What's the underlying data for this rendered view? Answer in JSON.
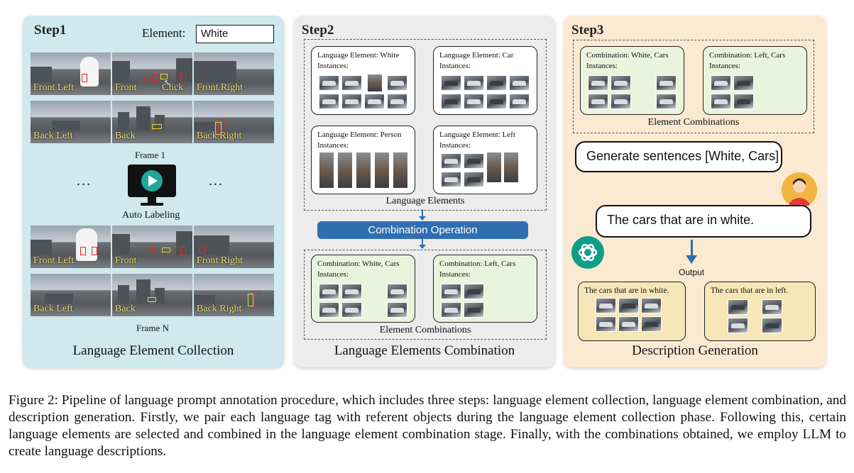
{
  "step1": {
    "step_label": "Step1",
    "element_label": "Element:",
    "element_value": "White",
    "cameras_top": [
      "Front Left",
      "Front",
      "Front Right",
      "Back Left",
      "Back",
      "Back Right"
    ],
    "click_label": "Click",
    "frame1": "Frame 1",
    "ellipsis": "...",
    "auto_label": "Auto Labeling",
    "cameras_bottom": [
      "Front Left",
      "Front",
      "Front Right",
      "Back Left",
      "Back",
      "Back Right"
    ],
    "frameN": "Frame N",
    "title": "Language Element Collection"
  },
  "step2": {
    "step_label": "Step2",
    "cards": [
      {
        "line1": "Language Element: White",
        "line2": "Instances:"
      },
      {
        "line1": "Language Element: Car",
        "line2": "Instances:"
      },
      {
        "line1": "Language Element: Person",
        "line2": "Instances:"
      },
      {
        "line1": "Language Element: Left",
        "line2": "Instances:"
      }
    ],
    "elements_label": "Language Elements",
    "operation": "Combination Operation",
    "combos": [
      {
        "line1": "Combination: White, Cars",
        "line2": "Instances:"
      },
      {
        "line1": "Combination: Left, Cars",
        "line2": "Instances:"
      }
    ],
    "combos_label": "Element Combinations",
    "title": "Language Elements Combination"
  },
  "step3": {
    "step_label": "Step3",
    "combos": [
      {
        "line1": "Combination: White, Cars",
        "line2": "Instances:"
      },
      {
        "line1": "Combination: Left, Cars",
        "line2": "Instances:"
      }
    ],
    "combos_label": "Element Combinations",
    "prompt": "Generate sentences [White, Cars]",
    "reply": "The cars that are in white.",
    "output": "Output",
    "results": [
      "The cars that are in white.",
      "The cars that are in left."
    ],
    "title": "Description Generation"
  },
  "caption": "Figure 2: Pipeline of language prompt annotation procedure, which includes three steps: language element collection, language element combination, and description generation. Firstly, we pair each language tag with referent objects during the language element collection phase. Following this, certain language elements are selected and combined in the language element combination stage. Finally, with the combinations obtained, we employ LLM to create language descriptions.",
  "colors": {
    "panel1": "#cfe9ee",
    "panel2": "#ececec",
    "panel3": "#fbe9d2",
    "operation_bar": "#2f6fb1",
    "combo_card": "#eaf4dc",
    "result_card": "#f7e6b7",
    "monitor_play": "#1fa79a",
    "arrow": "#2f6fb1"
  },
  "icons": [
    "pointer-cursor-icon",
    "monitor-play-icon",
    "user-avatar-icon",
    "chatgpt-logo-icon"
  ]
}
